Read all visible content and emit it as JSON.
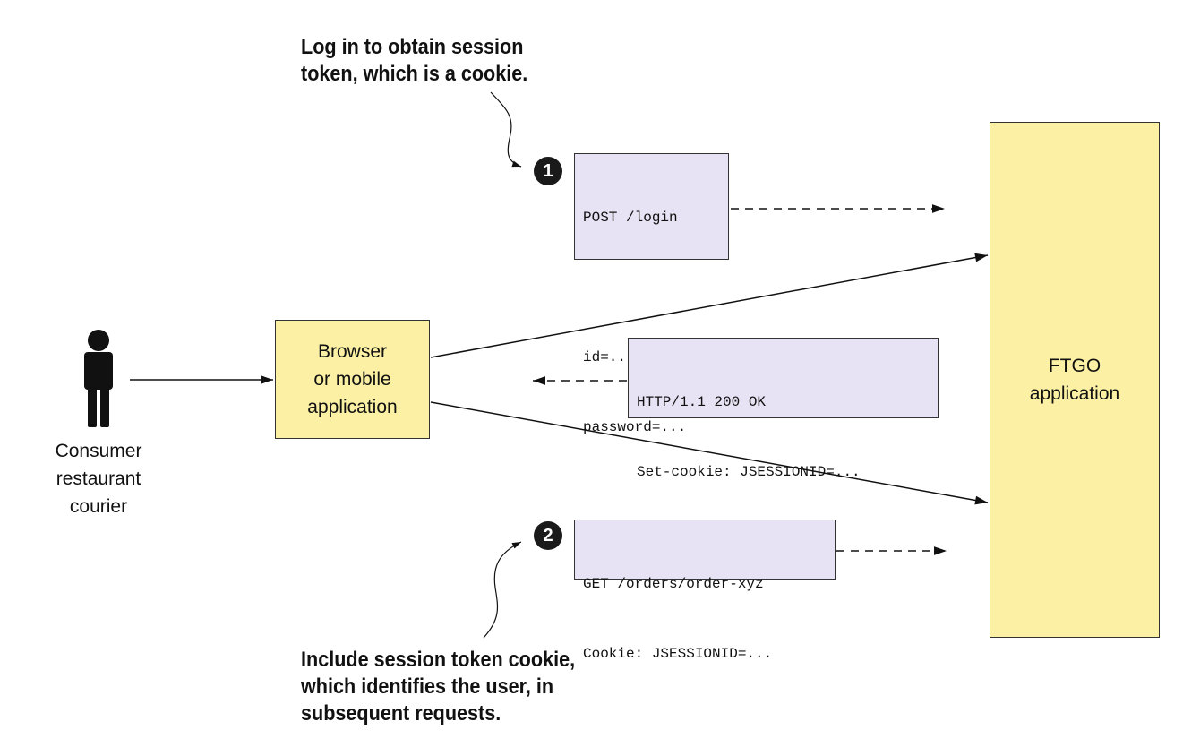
{
  "annotations": {
    "top": [
      "Log in to obtain session",
      "token, which is a cookie."
    ],
    "bottom": [
      "Include session token cookie,",
      "which identifies the user, in",
      "subsequent requests."
    ]
  },
  "actor": {
    "icon": "person-icon",
    "label": [
      "Consumer",
      "restaurant",
      "courier"
    ]
  },
  "client_box": {
    "lines": [
      "Browser",
      "or mobile",
      "application"
    ]
  },
  "server_box": {
    "lines": [
      "FTGO",
      "application"
    ]
  },
  "messages": {
    "login_request": {
      "badge": "1",
      "lines": [
        "POST /login",
        "",
        "id=...",
        "password=..."
      ]
    },
    "login_response": {
      "lines": [
        "HTTP/1.1 200 OK",
        "Set-cookie: JSESSIONID=...",
        "..."
      ]
    },
    "order_request": {
      "badge": "2",
      "lines": [
        "GET /orders/order-xyz",
        "Cookie: JSESSIONID=..."
      ]
    }
  },
  "colors": {
    "box_fill": "#fbf0a3",
    "message_fill": "#e8e3f4",
    "stroke": "#333333",
    "ink": "#111111"
  }
}
